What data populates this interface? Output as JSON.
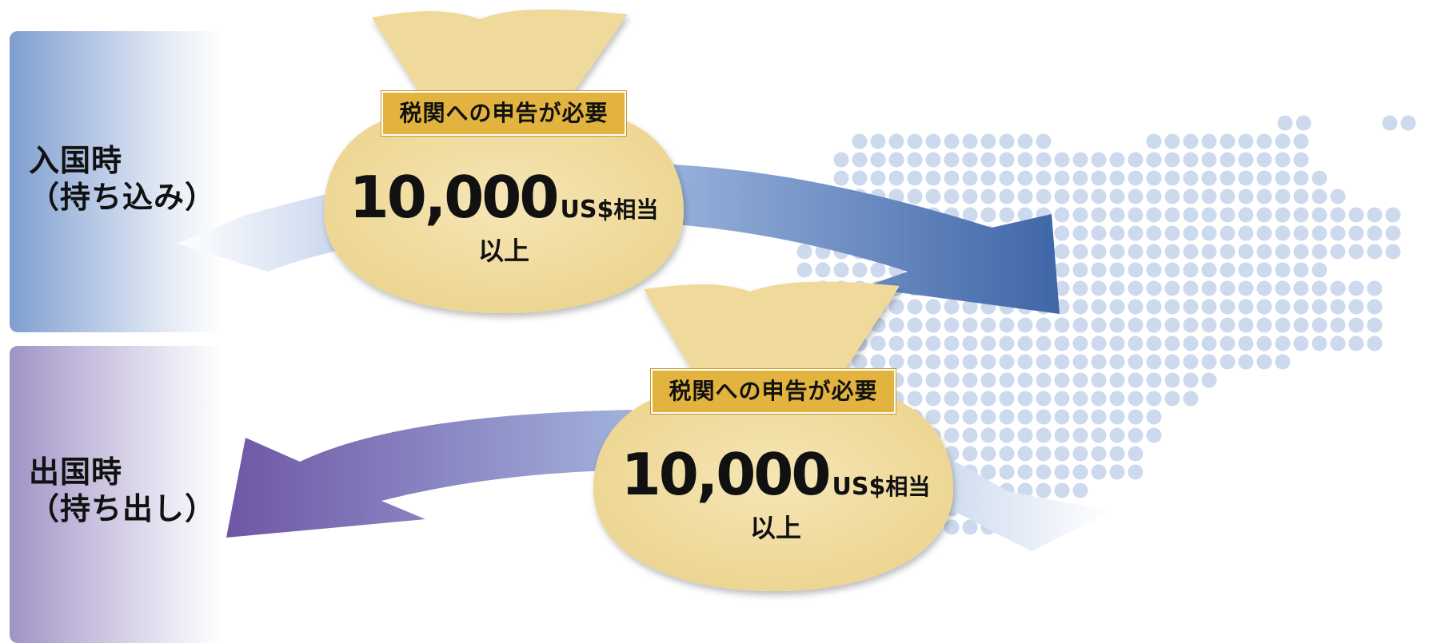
{
  "entry": {
    "label_line1": "入国時",
    "label_line2": "（持ち込み）",
    "notice": "税関への申告が必要",
    "amount": "10,000",
    "currency": "US$",
    "equivalent": "相当",
    "qualifier": "以上"
  },
  "exit": {
    "label_line1": "出国時",
    "label_line2": "（持ち出し）",
    "notice": "税関への申告が必要",
    "amount": "10,000",
    "currency": "US$",
    "equivalent": "相当",
    "qualifier": "以上"
  },
  "colors": {
    "entry_band": "#7f9ecf",
    "exit_band": "#9e93c6",
    "entry_arrow": "#3f66a8",
    "exit_arrow": "#6f56a6",
    "bag": "#f0dc9e",
    "notice": "#e2b33e",
    "map_dots": "#cdd9ec"
  }
}
